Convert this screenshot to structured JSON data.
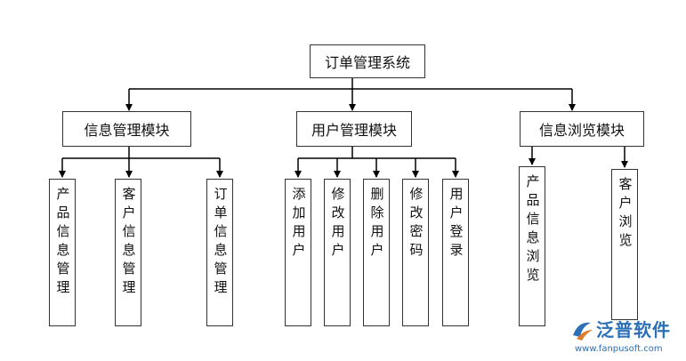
{
  "root": {
    "label": "订单管理系统"
  },
  "modules": [
    {
      "label": "信息管理模块",
      "children": [
        "产品信息管理",
        "客户信息管理",
        "订单信息管理"
      ]
    },
    {
      "label": "用户管理模块",
      "children": [
        "添加用户",
        "修改用户",
        "删除用户",
        "修改密码",
        "用户登录"
      ]
    },
    {
      "label": "信息浏览模块",
      "children": [
        "产品信息浏览",
        "客户浏览"
      ]
    }
  ],
  "watermark": {
    "brand": "泛普软件",
    "url": "www.fanpusoft.com"
  },
  "colors": {
    "line": "#000000",
    "border": "#333333",
    "brand": "#2a6fb8"
  }
}
